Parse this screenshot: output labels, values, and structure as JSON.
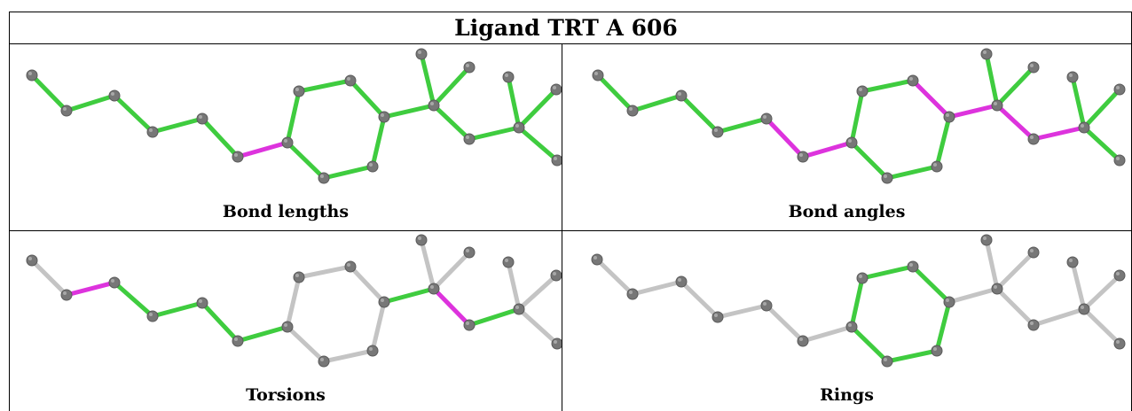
{
  "title": "Ligand TRT A 606",
  "colors": {
    "good": "#3fcc3f",
    "outlier": "#dd33dd",
    "neutral": "#c4c4c4",
    "atom": "#777777"
  },
  "panels": [
    {
      "id": "bond-lengths",
      "caption": "Bond lengths"
    },
    {
      "id": "bond-angles",
      "caption": "Bond angles"
    },
    {
      "id": "torsions",
      "caption": "Torsions"
    },
    {
      "id": "rings",
      "caption": "Rings"
    }
  ]
}
